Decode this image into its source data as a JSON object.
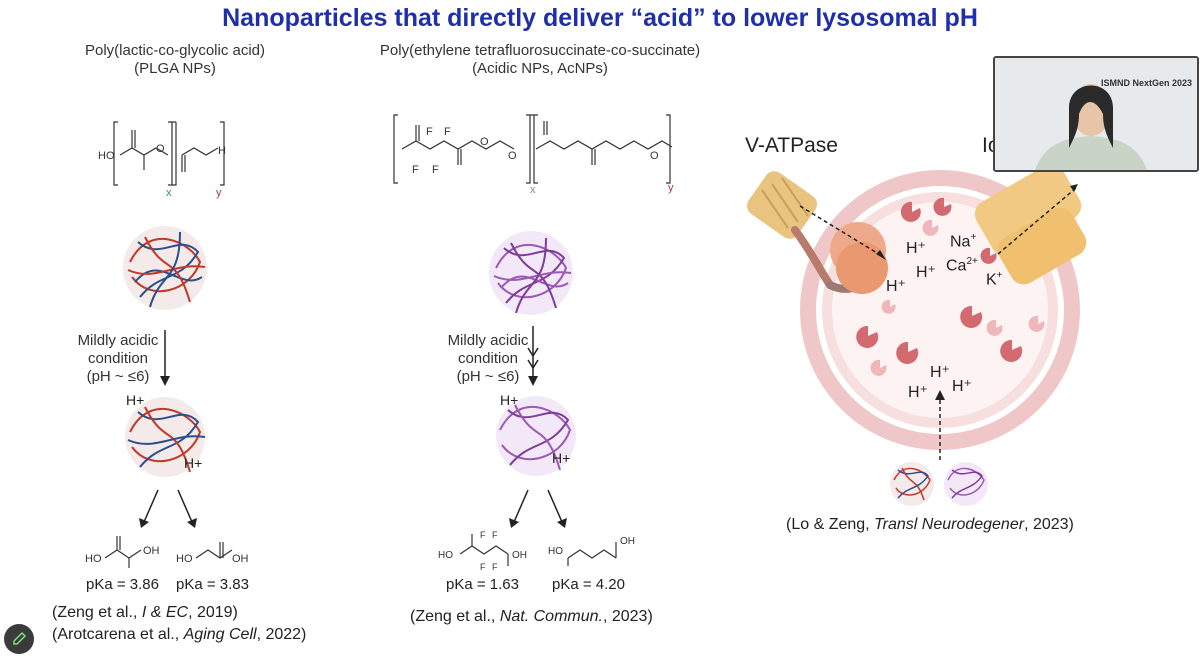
{
  "slide": {
    "title": "Nanoparticles that directly deliver “acid” to lower lysosomal pH"
  },
  "left_panel": {
    "polymer_name": "Poly(lactic-co-glycolic acid)",
    "polymer_abbrev": "(PLGA NPs)",
    "struct_labels": {
      "ho": "HO",
      "o": "O",
      "h": "H",
      "x": "x",
      "y": "y"
    },
    "condition": [
      "Mildly acidic",
      "condition",
      "(pH ~ ≤6)"
    ],
    "h_plus_1": "H+",
    "h_plus_2": "H+",
    "products": [
      {
        "labels": [
          "HO",
          "OH"
        ],
        "pka": "pKa = 3.86"
      },
      {
        "labels": [
          "HO",
          "OH"
        ],
        "pka": "pKa = 3.83"
      }
    ],
    "citations": [
      {
        "before": "(Zeng et al., ",
        "journal": "I & EC",
        "after": ", 2019)"
      },
      {
        "before": "(Arotcarena et al., ",
        "journal": "Aging Cell",
        "after": ", 2022)"
      }
    ]
  },
  "middle_panel": {
    "polymer_name": "Poly(ethylene tetrafluorosuccinate-co-succinate)",
    "polymer_abbrev": "(Acidic NPs, AcNPs)",
    "struct_labels": {
      "f": "F",
      "o": "O",
      "x": "x",
      "y": "y"
    },
    "condition": [
      "Mildly acidic",
      "condition",
      "(pH ~ ≤6)"
    ],
    "h_plus_1": "H+",
    "h_plus_2": "H+",
    "products": [
      {
        "labels": [
          "HO",
          "OH",
          "F"
        ],
        "pka": "pKa = 1.63"
      },
      {
        "labels": [
          "HO",
          "OH"
        ],
        "pka": "pKa = 4.20"
      }
    ],
    "citation": {
      "before": "(Zeng et al., ",
      "journal": "Nat. Commun.",
      "after": ", 2023)"
    }
  },
  "right_panel": {
    "vatpase_label": "V-ATPase",
    "ion_label_partial": "Io",
    "ions": {
      "na": "Na",
      "na_sup": "+",
      "ca": "Ca",
      "ca_sup": "2+",
      "k": "K",
      "k_sup": "+"
    },
    "h_labels": [
      "H⁺",
      "H⁺",
      "H⁺",
      "H⁺",
      "H⁺",
      "H⁺"
    ],
    "citation": {
      "before": "(Lo & Zeng, ",
      "journal": "Transl Neurodegener",
      "after": ", 2023)"
    }
  },
  "video_overlay": {
    "logo_text": "ISMND NextGen 2023"
  },
  "colors": {
    "title": "#1f2fa8",
    "plga_red": "#c0392b",
    "plga_blue": "#2c4f8c",
    "acnp_purple": "#9b59b6",
    "lysosome_pink": "#e8a4a8"
  },
  "icons": {
    "edit_button": "pencil-icon"
  }
}
